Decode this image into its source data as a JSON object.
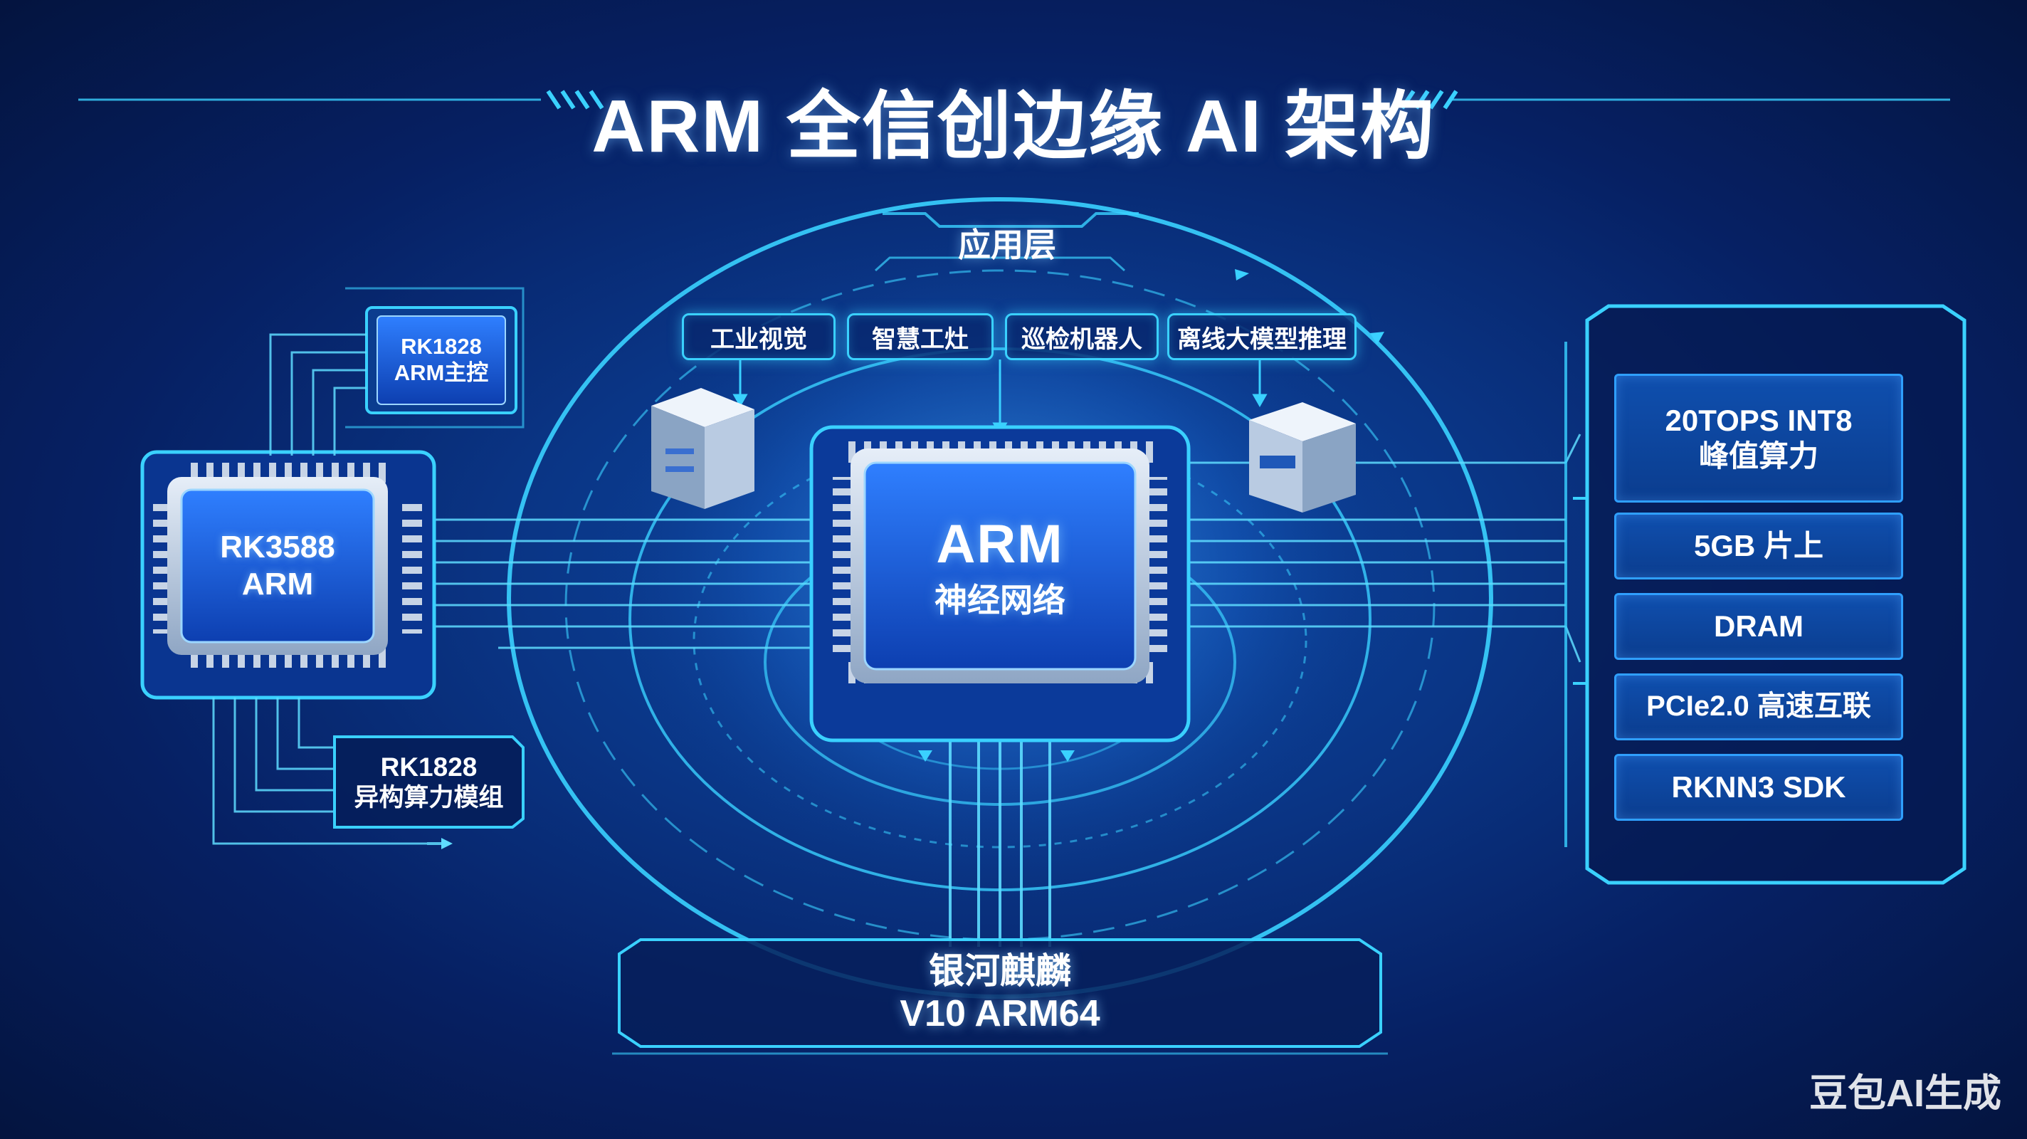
{
  "title": "ARM 全信创边缘 AI 架构",
  "application_layer": {
    "label": "应用层",
    "apps": [
      "工业视觉",
      "智慧工灶",
      "巡检机器人",
      "离线大模型推理"
    ]
  },
  "center_chip": {
    "line1": "ARM",
    "line2": "神经网络"
  },
  "left_modules": {
    "main_chip": {
      "line1": "RK3588",
      "line2": "ARM"
    },
    "top_chip": {
      "line1": "RK1828",
      "line2": "ARM主控"
    },
    "bottom_module": {
      "line1": "RK1828",
      "line2": "异构算力模组"
    }
  },
  "os": {
    "line1": "银河麒麟",
    "line2": "V10 ARM64"
  },
  "specs": {
    "peak": {
      "line1": "20TOPS INT8",
      "line2": "峰值算力"
    },
    "items": [
      "5GB 片上",
      "DRAM",
      "PCIe2.0 高速互联",
      "RKNN3 SDK"
    ]
  },
  "watermark": "豆包AI生成",
  "colors": {
    "accent": "#3ad1ff",
    "panel": "#0b3d8f",
    "background": "#062063"
  }
}
